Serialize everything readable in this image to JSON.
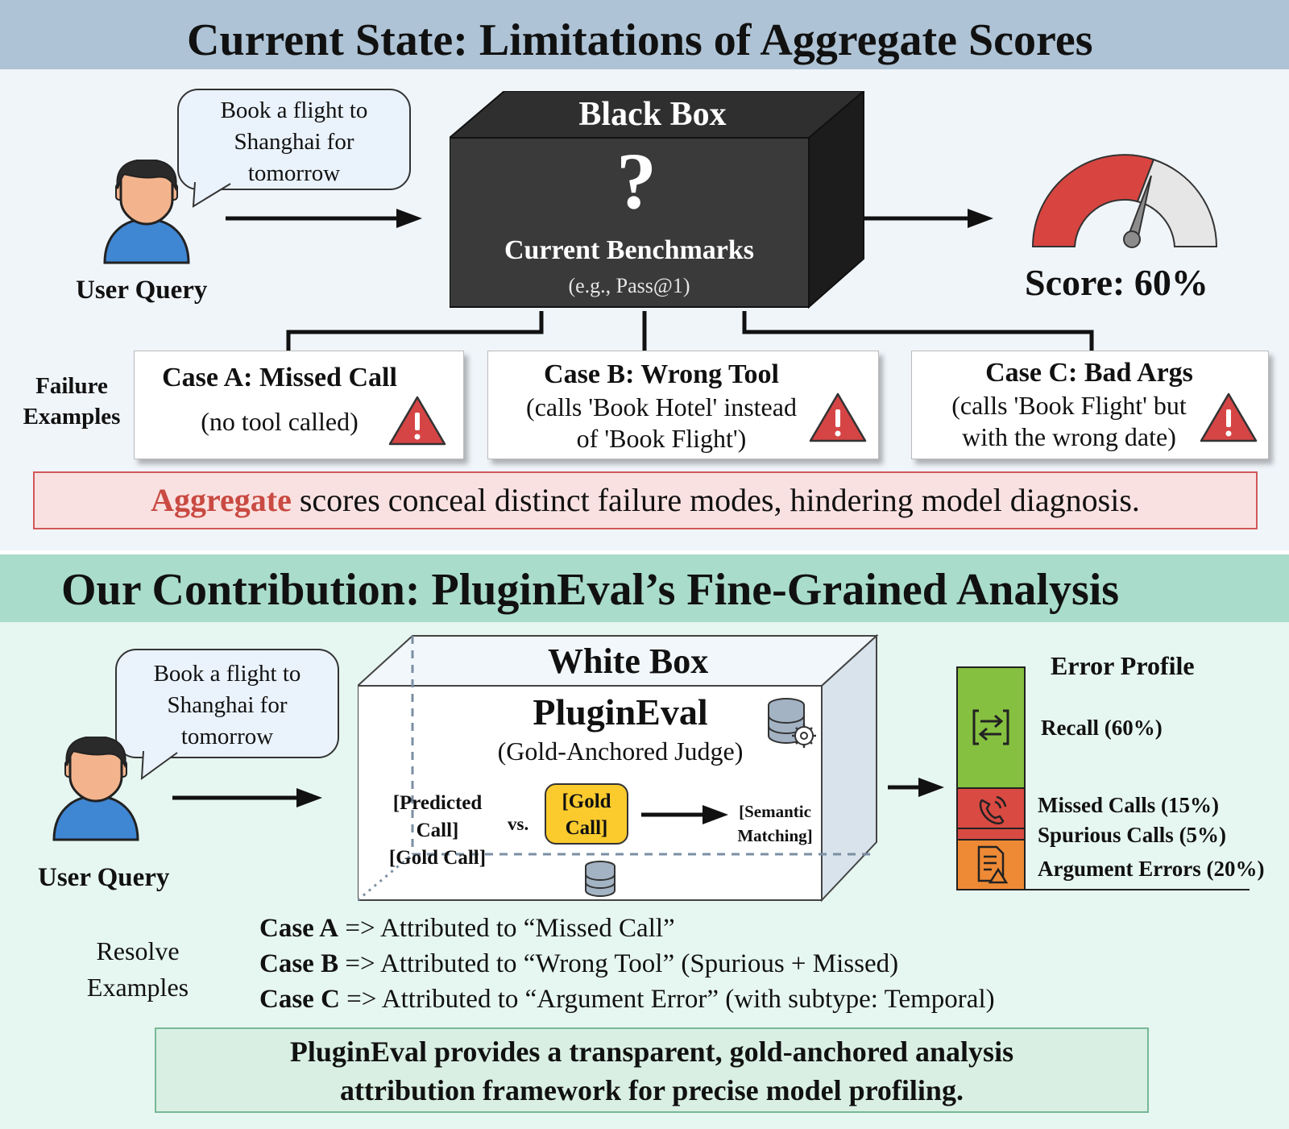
{
  "top": {
    "title": "Current State: Limitations of Aggregate Scores",
    "bubble_lines": [
      "Book a flight to",
      "Shanghai for",
      "tomorrow"
    ],
    "user_label": "User Query",
    "black_box_title": "Black Box",
    "question_mark": "?",
    "benchmarks_label": "Current Benchmarks",
    "benchmarks_example": "(e.g., Pass@1)",
    "score_label": "Score: 60%",
    "failure_label_lines": [
      "Failure",
      "Examples"
    ],
    "cases": [
      {
        "title": "Case A: Missed Call",
        "desc_lines": [
          "(no tool called)"
        ]
      },
      {
        "title": "Case B: Wrong Tool",
        "desc_lines": [
          "(calls 'Book Hotel' instead",
          "of 'Book Flight')"
        ]
      },
      {
        "title": "Case C: Bad Args",
        "desc_lines": [
          "(calls 'Book Flight' but",
          "with the wrong date)"
        ]
      }
    ],
    "banner_highlight": "Aggregate",
    "banner_rest": " scores conceal distinct failure modes, hindering model diagnosis."
  },
  "bottom": {
    "title": "Our Contribution: PluginEval’s Fine-Grained Analysis",
    "bubble_lines": [
      "Book a flight to",
      "Shanghai for",
      "tomorrow"
    ],
    "user_label": "User Query",
    "white_box_title": "White Box",
    "plugineval_title": "PluginEval",
    "plugineval_sub": "(Gold-Anchored Judge)",
    "predicted_lines": [
      "[Predicted",
      "Call]",
      "[Gold Call]"
    ],
    "vs": "vs.",
    "gold_call_lines": [
      "[Gold",
      "Call]"
    ],
    "semantic_lines": [
      "[Semantic",
      "Matching]"
    ],
    "error_profile_title": "Error Profile",
    "error_profile": [
      {
        "label": "Recall (60%)",
        "value": 60,
        "color": "#86c040",
        "icon": "swap-arrows-icon"
      },
      {
        "label": "Missed Calls (15%)",
        "value": 15,
        "color": "#d84a42",
        "icon": "phone-missed-icon"
      },
      {
        "label": "Spurious Calls (5%)",
        "value": 5,
        "color": "#d84a42",
        "icon": ""
      },
      {
        "label": "Argument Errors (20%)",
        "value": 20,
        "color": "#ee8a35",
        "icon": "document-warning-icon"
      }
    ],
    "resolve_lines": [
      "Resolve",
      "Examples"
    ],
    "resolutions": [
      {
        "case": "Case A",
        "text": " => Attributed to “Missed Call”"
      },
      {
        "case": "Case B",
        "text": " => Attributed to “Wrong Tool” (Spurious + Missed)"
      },
      {
        "case": "Case C",
        "text": " => Attributed to “Argument Error” (with subtype: Temporal)"
      }
    ],
    "final_lines": [
      "PluginEval provides a transparent, gold-anchored analysis",
      "attribution framework for precise model profiling."
    ]
  }
}
